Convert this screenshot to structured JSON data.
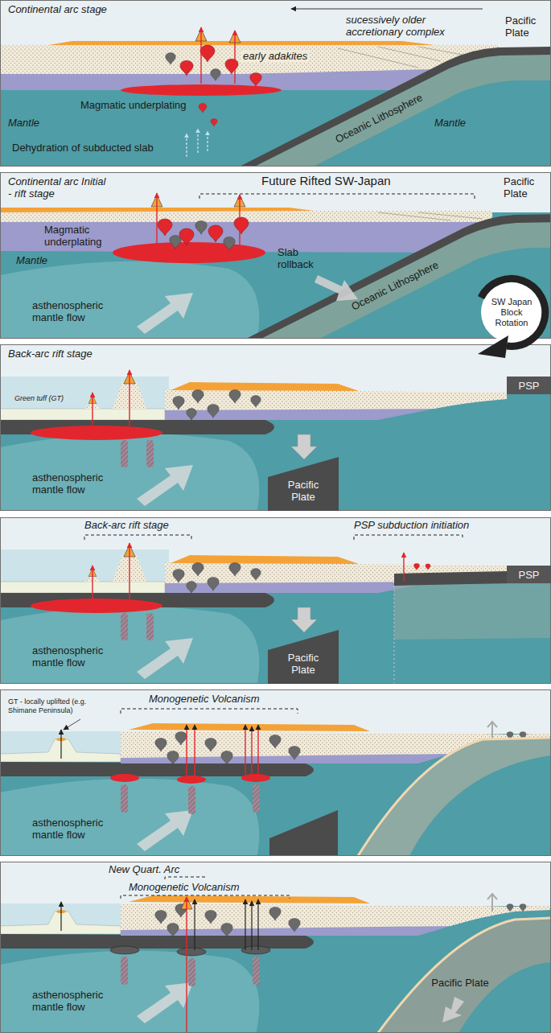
{
  "diagram": {
    "nodes": [
      {
        "text": [
          "PSP"
        ]
      },
      {
        "text": [
          "Pacific Plate"
        ]
      },
      {
        "text": [
          "PSP"
        ]
      },
      {
        "text": [
          "Pacific Plate"
        ]
      }
    ],
    "labels": [
      "Continental arc stage",
      "sucessively older accretionary complex",
      "Pacific Plate",
      "early adakites",
      "Magmatic underplating",
      "Mantle",
      "Mantle",
      "Oceanic Lithosphere",
      "Dehydration of subducted slab",
      "Continental arc Initial - rift stage",
      "Future Rifted SW-Japan",
      "Pacific Plate",
      "Magmatic underplating",
      "Mantle",
      "Slab rollback",
      "Oceanic Lithosphere",
      "asthenospheric mantle flow",
      "SW Japan Block Rotation",
      "Back-arc rift stage",
      "Green tuff (GT)",
      "asthenospheric mantle flow",
      "Back-arc rift stage",
      "PSP subduction initiation",
      "asthenospheric mantle flow",
      "Monogenetic Volcanism",
      "GT - locally uplifted (e.g. Shimane Peninsula)",
      "asthenospheric mantle flow",
      "New Quart. Arc",
      "Monogenetic Volcanism",
      "Pacific Plate",
      "asthenospheric mantle flow"
    ]
  }
}
